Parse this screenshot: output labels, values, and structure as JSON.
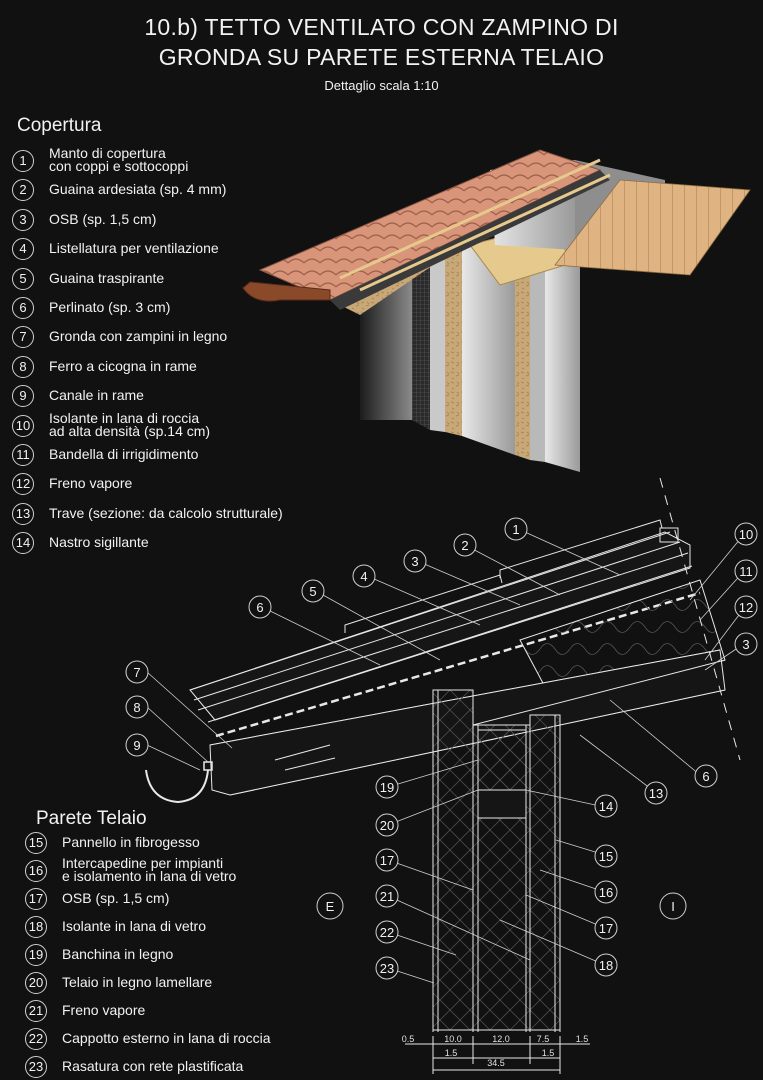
{
  "title": {
    "line1": "10.b) TETTO VENTILATO CON ZAMPINO DI",
    "line2": "GRONDA SU PARETE ESTERNA TELAIO",
    "subtitle": "Dettaglio scala 1:10"
  },
  "copertura": {
    "heading": "Copertura",
    "items": [
      {
        "n": "1",
        "label": "Manto di copertura\ncon coppi e sottocoppi"
      },
      {
        "n": "2",
        "label": "Guaina ardesiata (sp. 4 mm)"
      },
      {
        "n": "3",
        "label": "OSB (sp. 1,5 cm)"
      },
      {
        "n": "4",
        "label": "Listellatura per ventilazione"
      },
      {
        "n": "5",
        "label": "Guaina traspirante"
      },
      {
        "n": "6",
        "label": "Perlinato (sp. 3 cm)"
      },
      {
        "n": "7",
        "label": "Gronda con zampini in legno"
      },
      {
        "n": "8",
        "label": "Ferro a cicogna in rame"
      },
      {
        "n": "9",
        "label": "Canale in rame"
      },
      {
        "n": "10",
        "label": "Isolante in lana di roccia\nad alta densità (sp.14 cm)"
      },
      {
        "n": "11",
        "label": "Bandella di irrigidimento"
      },
      {
        "n": "12",
        "label": "Freno vapore"
      },
      {
        "n": "13",
        "label": "Trave (sezione: da calcolo strutturale)"
      },
      {
        "n": "14",
        "label": "Nastro sigillante"
      }
    ]
  },
  "parete": {
    "heading": "Parete Telaio",
    "items": [
      {
        "n": "15",
        "label": "Pannello in fibrogesso"
      },
      {
        "n": "16",
        "label": "Intercapedine per impianti\ne isolamento in lana di vetro"
      },
      {
        "n": "17",
        "label": "OSB (sp. 1,5 cm)"
      },
      {
        "n": "18",
        "label": "Isolante in lana di vetro"
      },
      {
        "n": "19",
        "label": "Banchina in legno"
      },
      {
        "n": "20",
        "label": "Telaio in legno lamellare"
      },
      {
        "n": "21",
        "label": "Freno vapore"
      },
      {
        "n": "22",
        "label": "Cappotto esterno in lana di roccia"
      },
      {
        "n": "23",
        "label": "Rasatura con rete plastificata"
      }
    ]
  },
  "section_drawing": {
    "exterior_label": "E",
    "interior_label": "I",
    "callouts_left": [
      "7",
      "8",
      "9",
      "6",
      "5",
      "4",
      "3",
      "2",
      "1"
    ],
    "callouts_right": [
      "10",
      "11",
      "12",
      "3",
      "6",
      "13",
      "14"
    ],
    "callouts_wall_left": [
      "19",
      "20",
      "17",
      "21",
      "22",
      "23"
    ],
    "callouts_wall_right": [
      "15",
      "16",
      "17",
      "18"
    ],
    "dimensions_top": [
      "0.5",
      "10.0",
      "12.0",
      "7.5",
      "1.5"
    ],
    "dimensions_mid": [
      "1.5",
      "1.5"
    ],
    "dimensions_total": "34.5"
  },
  "colors": {
    "background": "#111111",
    "text": "#f2f2f2",
    "tile": "#d9957a",
    "osb": "#c9a878",
    "timber": "#e6c98c",
    "membrane": "#7f7f7f",
    "copper": "#8a4a2a"
  }
}
